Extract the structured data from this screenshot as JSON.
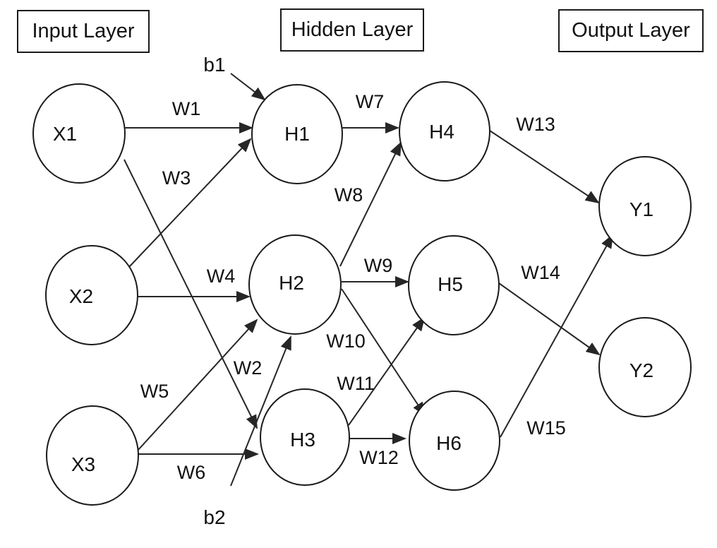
{
  "layers": {
    "input": "Input Layer",
    "hidden": "Hidden Layer",
    "output": "Output Layer"
  },
  "nodes": {
    "X1": "X1",
    "X2": "X2",
    "X3": "X3",
    "H1": "H1",
    "H2": "H2",
    "H3": "H3",
    "H4": "H4",
    "H5": "H5",
    "H6": "H6",
    "Y1": "Y1",
    "Y2": "Y2"
  },
  "weights": {
    "W1": "W1",
    "W2": "W2",
    "W3": "W3",
    "W4": "W4",
    "W5": "W5",
    "W6": "W6",
    "W7": "W7",
    "W8": "W8",
    "W9": "W9",
    "W10": "W10",
    "W11": "W11",
    "W12": "W12",
    "W13": "W13",
    "W14": "W14",
    "W15": "W15"
  },
  "biases": {
    "b1": "b1",
    "b2": "b2"
  }
}
